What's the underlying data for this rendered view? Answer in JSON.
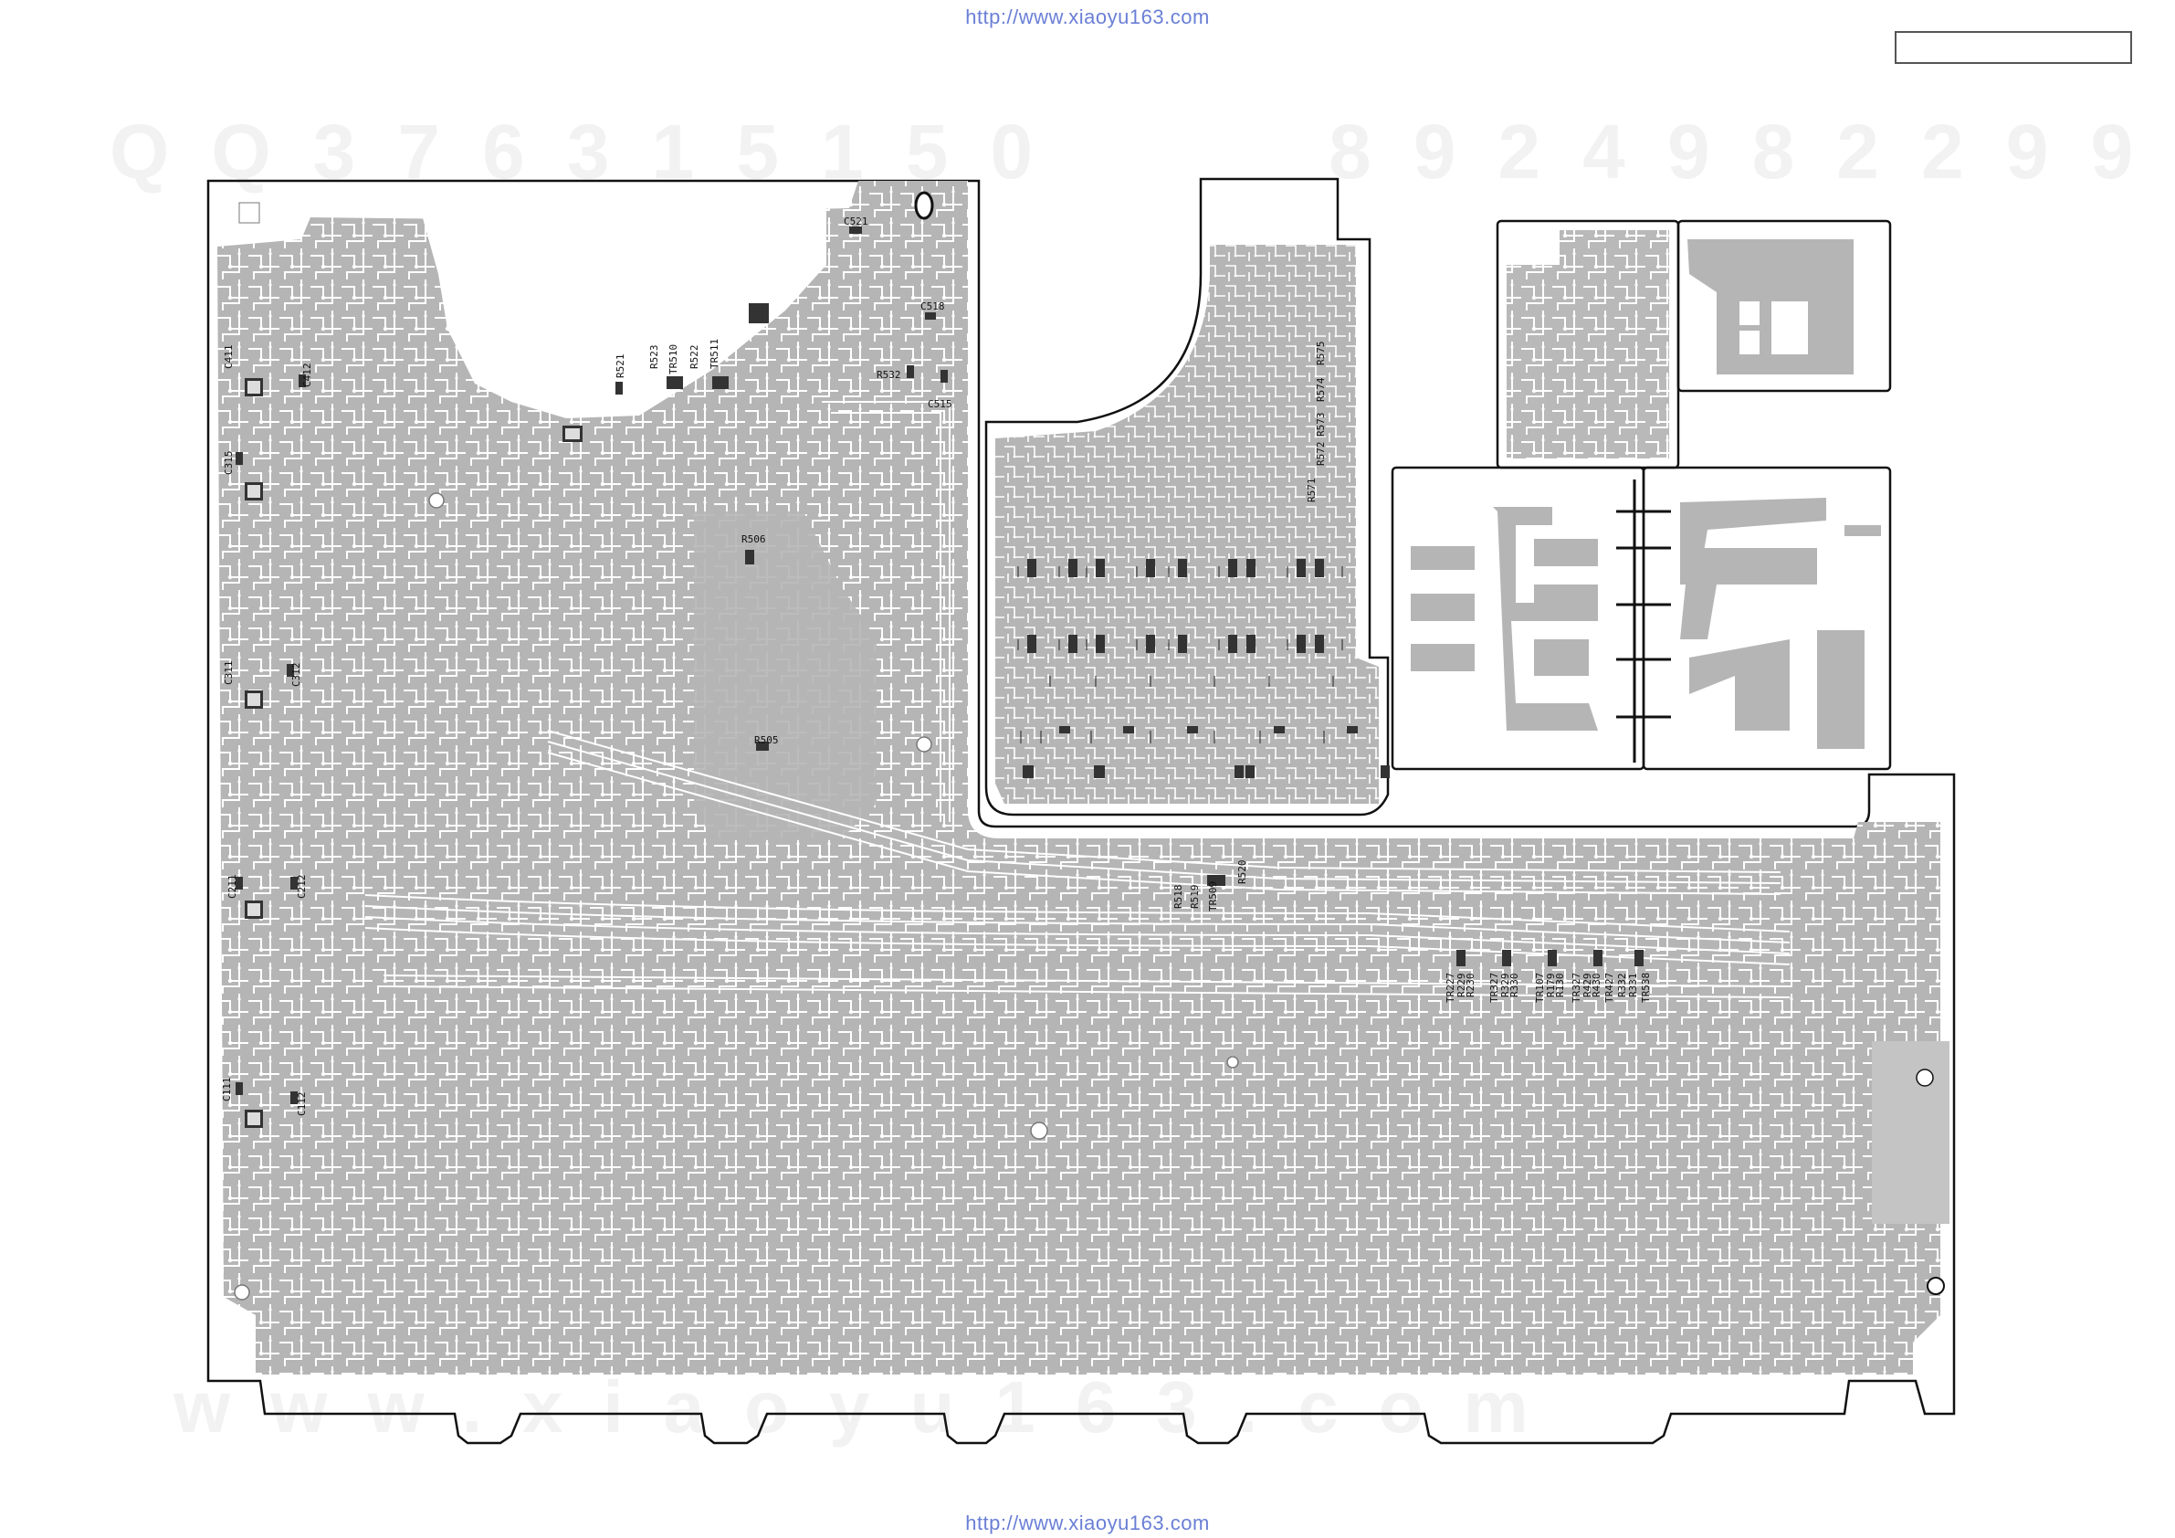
{
  "header": {
    "url": "http://www.xiaoyu163.com"
  },
  "footer": {
    "url": "http://www.xiaoyu163.com"
  },
  "watermark": {
    "code_left": "QQ376315150",
    "code_right": "8924982299",
    "site": "www.xiaoyu163.com"
  },
  "colors": {
    "board_fill": "#b5b5b5",
    "trace_gap": "#ffffff",
    "outline": "#111111",
    "url": "#6a7fd6"
  },
  "component_labels": [
    "C521",
    "C518",
    "C515",
    "R532",
    "R521",
    "R523",
    "TR510",
    "R522",
    "TR511",
    "R506",
    "R505",
    "C411",
    "C412",
    "C315",
    "C311",
    "C312",
    "C211",
    "C212",
    "C111",
    "C112",
    "R518",
    "R519",
    "TR509",
    "R520",
    "TR227",
    "R229",
    "R230",
    "TR327",
    "R329",
    "R330",
    "TR107",
    "R179",
    "R130",
    "TR327",
    "R429",
    "R430",
    "TR427",
    "R332",
    "R331",
    "TR538",
    "R575",
    "R574",
    "R573",
    "R572",
    "R571"
  ]
}
